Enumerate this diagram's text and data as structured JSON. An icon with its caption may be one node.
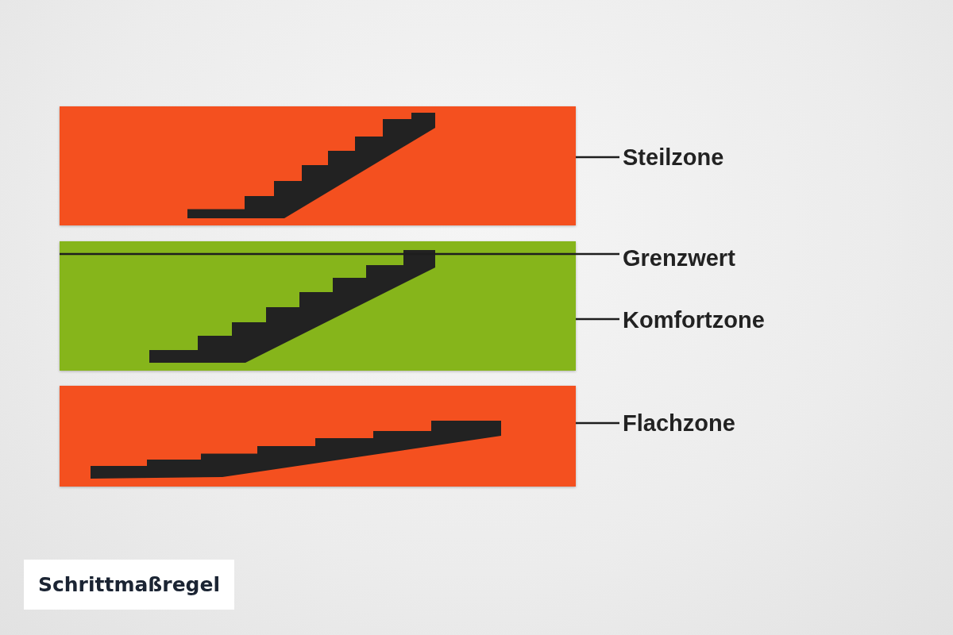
{
  "diagram": {
    "title": "Schrittmaßregel",
    "nodes": [
      {
        "text": [],
        "shape": "bar"
      },
      {
        "text": [
          "Steilzone"
        ]
      },
      {
        "text": [],
        "shape": "bar"
      },
      {
        "text": [
          "Grenzwert"
        ]
      },
      {
        "text": [
          "Komfortzone"
        ]
      },
      {
        "text": [],
        "shape": "bar"
      },
      {
        "text": [
          "Flachzone"
        ]
      }
    ],
    "edges": [
      {
        "from": 1,
        "to": 0,
        "arrow": "none"
      },
      {
        "from": 3,
        "to": 2,
        "arrow": "none"
      },
      {
        "from": 4,
        "to": 2,
        "arrow": "none"
      },
      {
        "from": 6,
        "to": 5,
        "arrow": "none"
      }
    ]
  }
}
